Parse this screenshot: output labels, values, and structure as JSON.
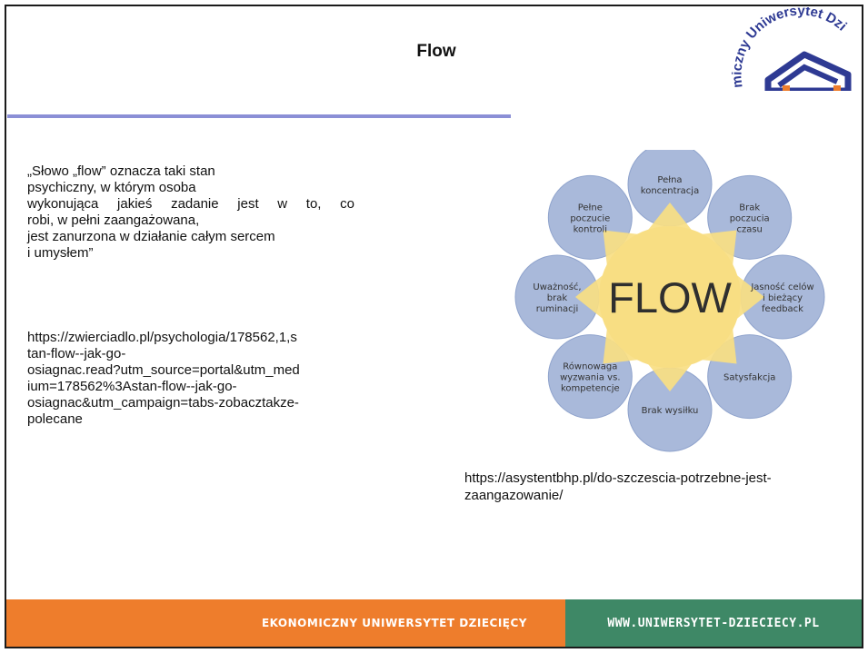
{
  "slide": {
    "title": "Flow"
  },
  "logo": {
    "text": "micznyUniwersytetDzi",
    "arc_text": "Uniwersytet",
    "left_text": "miczny",
    "right_text": "Dzi",
    "colors": {
      "text": "#2e3a93",
      "shape": "#2e3a93",
      "accent": "#ee7d2c"
    }
  },
  "quote": {
    "lines": [
      "„Słowo „flow” oznacza taki stan",
      "psychiczny, w którym osoba",
      "wykonująca jakieś zadanie jest w to, co",
      "robi, w pełni zaangażowana,",
      "jest zanurzona w działanie całym sercem",
      "i umysłem”"
    ]
  },
  "source_left": {
    "lines": [
      "https://zwierciadlo.pl/psychologia/178562,1,s",
      "tan-flow--jak-go-",
      "osiagnac.read?utm_source=portal&utm_med",
      "ium=178562%3Astan-flow--jak-go-",
      "osiagnac&utm_campaign=tabs-zobacztakze-",
      "polecane"
    ]
  },
  "diagram": {
    "center_label": "FLOW",
    "petals": [
      {
        "lines": [
          "Pełna",
          "koncentracja"
        ]
      },
      {
        "lines": [
          "Brak",
          "poczucia",
          "czasu"
        ]
      },
      {
        "lines": [
          "Jasność celów",
          "i bieżący",
          "feedback"
        ]
      },
      {
        "lines": [
          "Satysfakcja"
        ]
      },
      {
        "lines": [
          "Brak wysiłku"
        ]
      },
      {
        "lines": [
          "Równowaga",
          "wyzwania vs.",
          "kompetencje"
        ]
      },
      {
        "lines": [
          "Uważność,",
          "brak",
          "ruminacji"
        ]
      },
      {
        "lines": [
          "Pełne",
          "poczucie",
          "kontroli"
        ]
      }
    ],
    "colors": {
      "center": "#f8de83",
      "petal": "#a9b9da",
      "petal_edge": "#8fa3cc",
      "text": "#333333",
      "flow_text": "#2f2f2f"
    }
  },
  "source_right": {
    "lines": [
      "https://asystentbhp.pl/do-szczescia-potrzebne-jest-",
      "zaangazowanie/"
    ]
  },
  "footer": {
    "left": "EKONOMICZNY UNIWERSYTET DZIECIĘCY",
    "right": "WWW.UNIWERSYTET-DZIECIECY.PL",
    "colors": {
      "left": "#ee7d2c",
      "right": "#3e8866"
    }
  }
}
